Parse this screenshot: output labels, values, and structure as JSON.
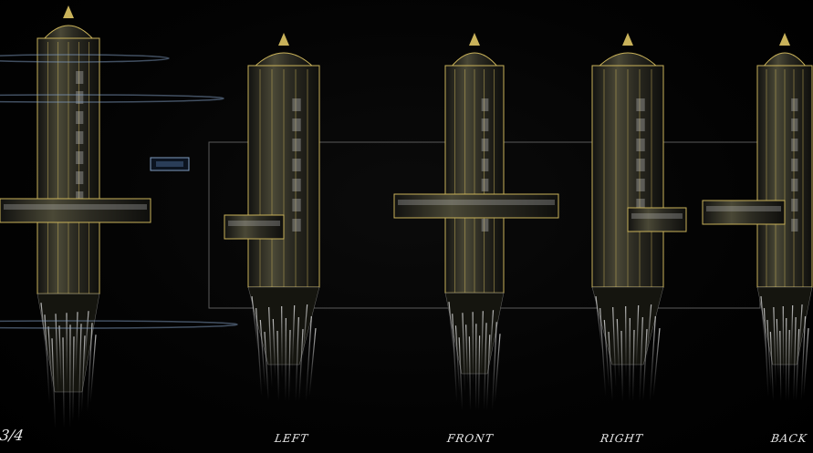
{
  "views": [
    {
      "id": "three-quarter",
      "label": "3/4"
    },
    {
      "id": "left",
      "label": "LEFT"
    },
    {
      "id": "front",
      "label": "FRONT"
    },
    {
      "id": "right",
      "label": "RIGHT"
    },
    {
      "id": "back",
      "label": "BACK"
    }
  ],
  "colors": {
    "background": "#000000",
    "hull": "#3b3a2c",
    "hull_shadow": "#15150f",
    "gold_trim": "#c9b25a",
    "light_grey": "#c8c8c8",
    "frame_line": "#6a6a6a",
    "antenna_lights": "#7f9cc0"
  }
}
